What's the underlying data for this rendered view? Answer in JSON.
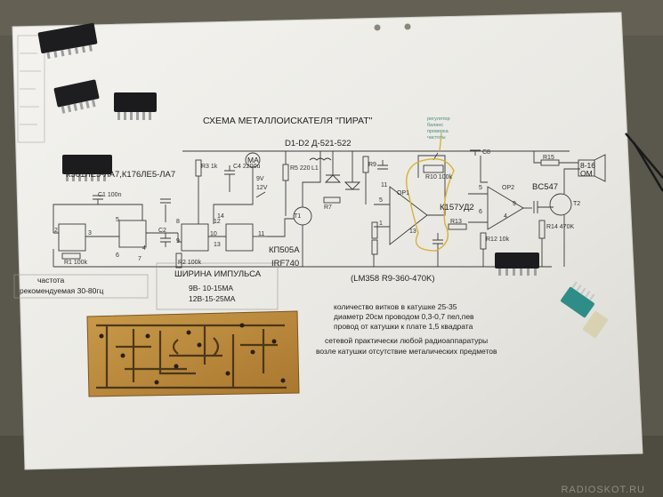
{
  "schematic": {
    "title": "СХЕМА МЕТАЛЛОИСКАТЕЛЯ \"ПИРАТ\"",
    "chip_label": "К561ЛЕ5-ЛА7,К176ЛЕ5-ЛА7",
    "diodes_label": "D1-D2 Д-521-522",
    "meter_label": "MA",
    "transistor_label": "КП505А",
    "transistor_alt": "IRF740",
    "opamp_label": "К157УД2",
    "opamp_alt": "(LM358  R9-360-470K)",
    "output_transistor": "BC547",
    "speaker_label": "8-16\nОМ",
    "freq_label": "частота",
    "freq_value": "рекомендуемая 30-80гц",
    "pulse_title": "ШИРИНА ИМПУЛЬСА",
    "pulse_9v": "9В- 10-15МА",
    "pulse_12v": "12В-15-25МА",
    "coil_notes": [
      "количество витков в катушке 25-35",
      "диаметр 20см проводом 0,3-0,7 пел,пев",
      "провод от катушки к плате 1,5 квадрата"
    ],
    "network_notes": [
      "сетевой практически любой радиоаппаратуры",
      "возле катушки отсутствие металических предметов"
    ],
    "pin_labels": [
      "1",
      "2",
      "3",
      "4",
      "5",
      "6",
      "7",
      "8",
      "9",
      "10",
      "11",
      "12",
      "13",
      "14",
      "5",
      "6",
      "9",
      "11",
      "13",
      "14"
    ],
    "part_labels": [
      "R1 100k",
      "C1 100n",
      "C2",
      "R2 100k",
      "R3 1k",
      "C4 2200u",
      "R5 220",
      "L1",
      "R7",
      "R9",
      "R10 100k",
      "R12 10k",
      "R13",
      "R14 470K",
      "R15",
      "C8",
      "9V",
      "12V",
      "T1",
      "T2",
      "OP1",
      "OP2"
    ],
    "watermark": "RADIOSKOT.RU"
  }
}
